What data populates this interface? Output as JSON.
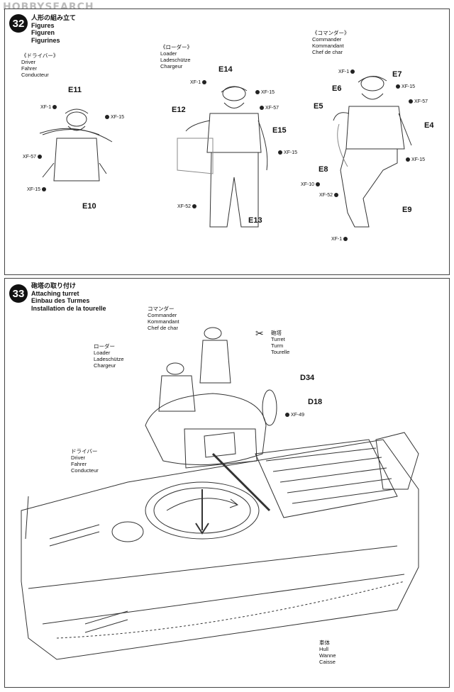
{
  "watermark": "HOBBYSEARCH",
  "steps": [
    {
      "number": "32",
      "title_jp": "人形の組み立て",
      "title_en": "Figures",
      "title_de": "Figuren",
      "title_fr": "Figurines",
      "roles": [
        {
          "jp": "《ドライバー》",
          "en": "Driver",
          "de": "Fahrer",
          "fr": "Conducteur"
        },
        {
          "jp": "《ローダー》",
          "en": "Loader",
          "de": "Ladeschütze",
          "fr": "Chargeur"
        },
        {
          "jp": "《コマンダー》",
          "en": "Commander",
          "de": "Kommandant",
          "fr": "Chef de char"
        }
      ],
      "parts": [
        "E11",
        "E10",
        "E14",
        "E12",
        "E15",
        "E13",
        "E7",
        "E6",
        "E5",
        "E4",
        "E8",
        "E9"
      ],
      "paints": [
        "XF-1",
        "XF-15",
        "XF-57",
        "XF-52",
        "XF-10"
      ]
    },
    {
      "number": "33",
      "title_jp": "砲塔の取り付け",
      "title_en": "Attaching turret",
      "title_de": "Einbau des Turmes",
      "title_fr": "Installation de la tourelle",
      "roles": [
        {
          "jp": "コマンダー",
          "en": "Commander",
          "de": "Kommandant",
          "fr": "Chef de char"
        },
        {
          "jp": "ローダー",
          "en": "Loader",
          "de": "Ladeschütze",
          "fr": "Chargeur"
        },
        {
          "jp": "ドライバー",
          "en": "Driver",
          "de": "Fahrer",
          "fr": "Conducteur"
        }
      ],
      "turret": {
        "jp": "砲塔",
        "en": "Turret",
        "de": "Turm",
        "fr": "Tourelle"
      },
      "hull": {
        "jp": "車体",
        "en": "Hull",
        "de": "Wanne",
        "fr": "Caisse"
      },
      "parts": [
        "D34",
        "D18"
      ],
      "paints": [
        "XF-49"
      ]
    }
  ]
}
